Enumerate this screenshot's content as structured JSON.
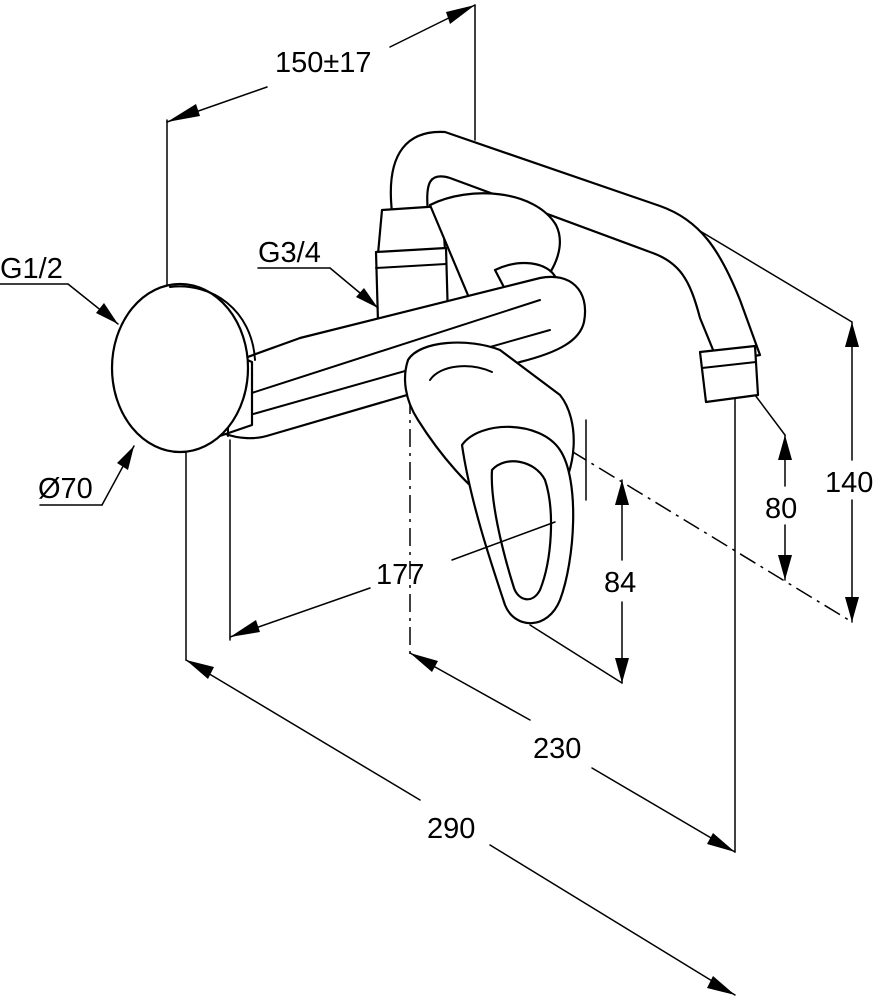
{
  "dimensions": {
    "projection": "150±17",
    "outlet_thread": "G3/4",
    "inlet_thread": "G1/2",
    "rosette_diameter": "Ø70",
    "depth_177": "177",
    "height_84": "84",
    "height_80": "80",
    "height_140": "140",
    "length_230": "230",
    "length_290": "290"
  }
}
